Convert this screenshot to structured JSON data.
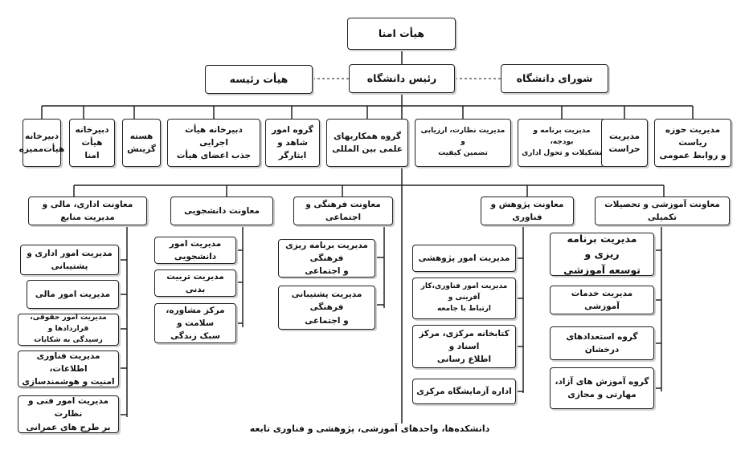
{
  "top": {
    "board_trustees": "هیأت امنا",
    "president": "رئیس دانشگاه",
    "board_heads": "هیأت رئیسه",
    "university_council": "شورای دانشگاه"
  },
  "offices": [
    "دبیرخانه\nهیأت‌ممیزه",
    "دبیرخانه هیأت\nامنا",
    "هسته\nگزینش",
    "دبیرخانه هیأت اجرایی\nجذب اعضای هیأت",
    "گروه امور\nشاهد و ایثارگر",
    "گروه همکاریهای\nعلمی بین المللی",
    "مدیریت نظارت، ارزیابی و\nتضمین کیفیت",
    "مدیریت برنامه و بودجه،\nتشکیلات و تحول اداری",
    "مدیریت\nحراست",
    "مدیریت حوزه ریاست\nو روابط عمومی"
  ],
  "deputies": {
    "admin": {
      "title": "معاونت اداری، مالی و مدیریت منابع",
      "units": [
        "مدیریت امور اداری و پشتیبانی",
        "مدیریت امور مالی",
        "مدیریت امور حقوقی، قراردادها و\nرسیدگی به شکایات",
        "مدیریت فناوری اطلاعات،\nامنیت و هوشمندسازی",
        "مدیریت امور فنی و نظارت\nبر طرح های عمرانی"
      ]
    },
    "student": {
      "title": "معاونت دانشجویی",
      "units": [
        "مدیریت امور دانشجویی",
        "مدیریت تربیت بدنی",
        "مرکز مشاوره، سلامت و\nسبک زندگی"
      ]
    },
    "cultural": {
      "title": "معاونت فرهنگی و اجتماعی",
      "units": [
        "مدیریت برنامه ریزی فرهنگی\nو اجتماعی",
        "مدیریت پشتیبانی فرهنگی\nو اجتماعی"
      ]
    },
    "research": {
      "title": "معاونت پژوهش و فناوری",
      "units": [
        "مدیریت امور پژوهشی",
        "مدیریت امور فناوری،کار آفرینی و\nارتباط با جامعه",
        "کتابخانه مرکزی، مرکز اسناد و\nاطلاع رسانی",
        "اداره آزمایشگاه مرکزی"
      ]
    },
    "education": {
      "title": "معاونت آموزشی و تحصیلات تکمیلی",
      "units": [
        "مدیریت برنامه ریزی و\nتوسعه آموزشی",
        "مدیریت خدمات آموزشی",
        "گروه استعدادهای درخشان",
        "گروه آموزش های آزاد،\nمهارتی و مجازی"
      ]
    }
  },
  "footer": "دانشکده‌ها، واحدهای آموزشی، پژوهشی و فناوری تابعه",
  "colors": {
    "line": "#222222",
    "box_border": "#222222",
    "shadow": "#cfcfcf"
  }
}
